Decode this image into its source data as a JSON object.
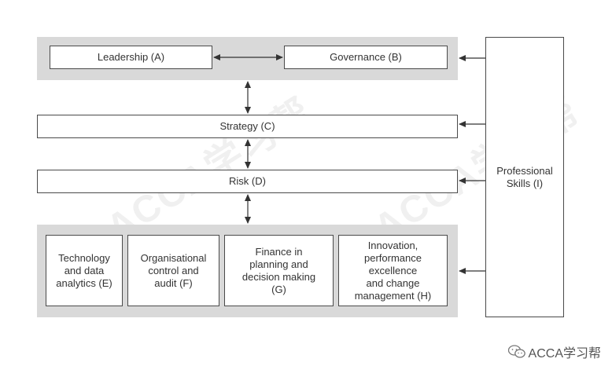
{
  "boxes": {
    "leadership": "Leadership (A)",
    "governance": "Governance (B)",
    "strategy": "Strategy (C)",
    "risk": "Risk (D)",
    "technology": "Technology\nand data\nanalytics (E)",
    "organisational": "Organisational\ncontrol and\naudit (F)",
    "finance": "Finance in\nplanning and\ndecision making\n(G)",
    "innovation": "Innovation,\nperformance\nexcellence\nand change\nmanagement (H)",
    "professional": "Professional\nSkills (I)"
  },
  "watermark": "@ACCA学习帮",
  "footer": "ACCA学习帮",
  "colors": {
    "band": "#d9d9d9",
    "border": "#4a4a4a",
    "arrow": "#333333"
  }
}
